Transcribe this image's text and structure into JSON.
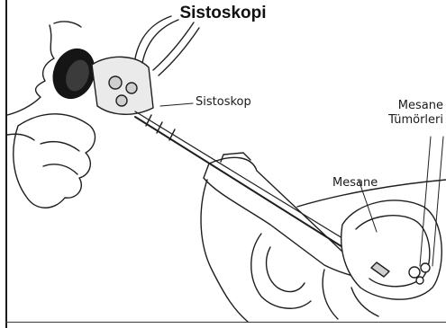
{
  "title": "Sistoskopi",
  "labels": {
    "cystoscope": "Sistoskop",
    "bladder": "Mesane",
    "tumors_line1": "Mesane",
    "tumors_line2": "Tümörleri"
  },
  "colors": {
    "line": "#1f1f1f",
    "fill_light": "#eaeaea",
    "fill_mid": "#cfcfcf",
    "eyepiece": "#151515"
  }
}
